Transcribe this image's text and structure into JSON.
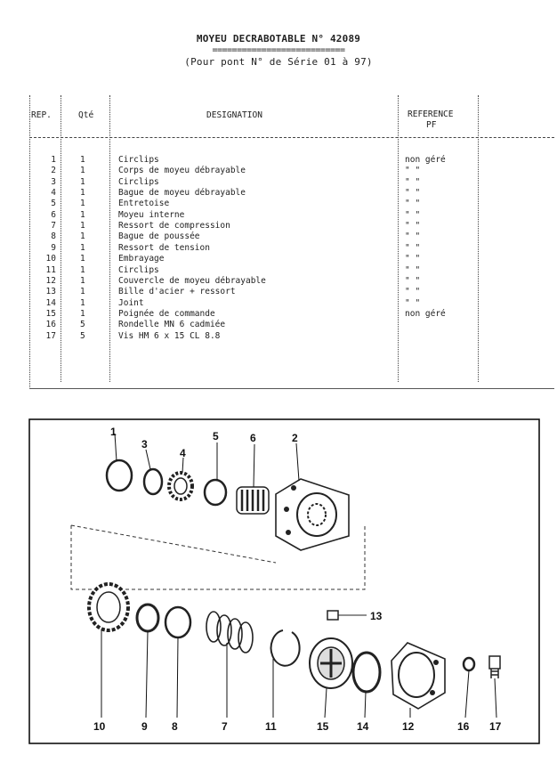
{
  "header": {
    "title": "MOYEU DECRABOTABLE N° 42089",
    "underline": "===========================",
    "subtitle": "(Pour pont N° de Série 01 à 97)"
  },
  "table": {
    "columns": {
      "rep": "REP.",
      "qty": "Qté",
      "designation": "DESIGNATION",
      "reference_line1": "REFERENCE",
      "reference_line2": "PF"
    },
    "rows": [
      {
        "rep": "1",
        "qty": "1",
        "designation": "Circlips",
        "reference": "non géré"
      },
      {
        "rep": "2",
        "qty": "1",
        "designation": "Corps de moyeu débrayable",
        "reference": "\"     \""
      },
      {
        "rep": "3",
        "qty": "1",
        "designation": "Circlips",
        "reference": "\"     \""
      },
      {
        "rep": "4",
        "qty": "1",
        "designation": "Bague de moyeu débrayable",
        "reference": "\"     \""
      },
      {
        "rep": "5",
        "qty": "1",
        "designation": "Entretoise",
        "reference": "\"     \""
      },
      {
        "rep": "6",
        "qty": "1",
        "designation": "Moyeu interne",
        "reference": "\"     \""
      },
      {
        "rep": "7",
        "qty": "1",
        "designation": "Ressort de compression",
        "reference": "\"     \""
      },
      {
        "rep": "8",
        "qty": "1",
        "designation": "Bague de poussée",
        "reference": "\"     \""
      },
      {
        "rep": "9",
        "qty": "1",
        "designation": "Ressort de tension",
        "reference": "\"     \""
      },
      {
        "rep": "10",
        "qty": "1",
        "designation": "Embrayage",
        "reference": "\"     \""
      },
      {
        "rep": "11",
        "qty": "1",
        "designation": "Circlips",
        "reference": "\"     \""
      },
      {
        "rep": "12",
        "qty": "1",
        "designation": "Couvercle de moyeu débrayable",
        "reference": "\"     \""
      },
      {
        "rep": "13",
        "qty": "1",
        "designation": "Bille d'acier + ressort",
        "reference": "\"     \""
      },
      {
        "rep": "14",
        "qty": "1",
        "designation": "Joint",
        "reference": "\"     \""
      },
      {
        "rep": "15",
        "qty": "1",
        "designation": "Poignée de commande",
        "reference": "non géré"
      },
      {
        "rep": "16",
        "qty": "5",
        "designation": "Rondelle MN 6 cadmiée",
        "reference": ""
      },
      {
        "rep": "17",
        "qty": "5",
        "designation": "Vis HM 6 x 15 CL 8.8",
        "reference": ""
      }
    ]
  },
  "diagram": {
    "callouts": [
      "1",
      "3",
      "4",
      "5",
      "6",
      "2",
      "13",
      "10",
      "9",
      "8",
      "7",
      "11",
      "15",
      "14",
      "12",
      "16",
      "17"
    ]
  }
}
